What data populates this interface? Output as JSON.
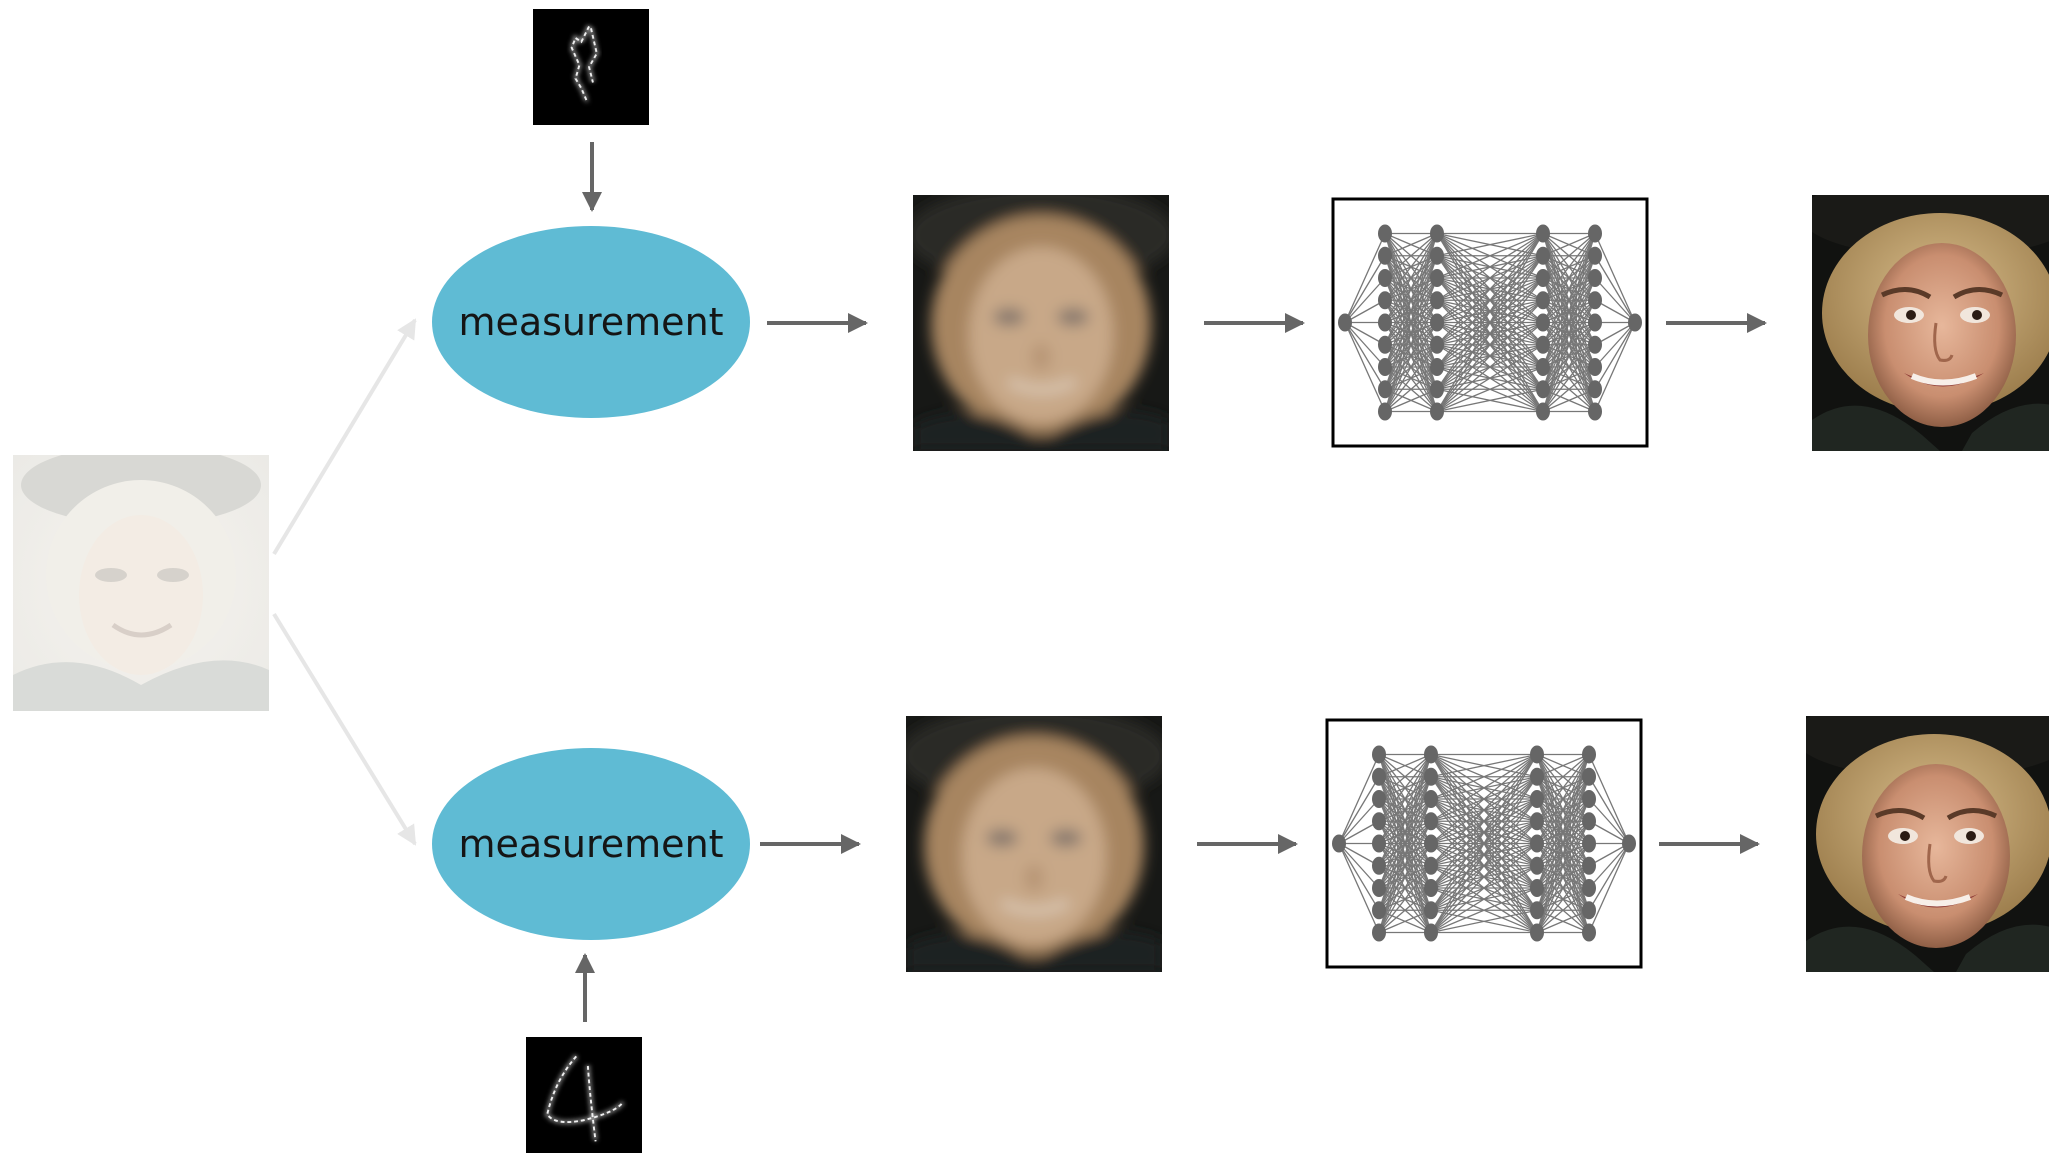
{
  "colors": {
    "background": "#ffffff",
    "ellipse_fill": "#5fbbd4",
    "arrow_dark": "#666666",
    "arrow_light": "#e6e6e6",
    "network_node": "#666666",
    "network_edge": "#777777",
    "network_frame": "#000000"
  },
  "input_image": {
    "name": "source-face-image",
    "description_icon": "faded-face-photo-icon"
  },
  "pipelines": [
    {
      "id": "top",
      "mask_icon": "handwritten-digit-mask-icon",
      "measurement_label": "measurement",
      "blurred_icon": "blurred-face-icon",
      "network_icon": "neural-network-icon",
      "output_icon": "reconstructed-face-icon"
    },
    {
      "id": "bottom",
      "mask_icon": "handwritten-digit-mask-icon",
      "measurement_label": "measurement",
      "blurred_icon": "blurred-face-icon",
      "network_icon": "neural-network-icon",
      "output_icon": "reconstructed-face-icon"
    }
  ]
}
